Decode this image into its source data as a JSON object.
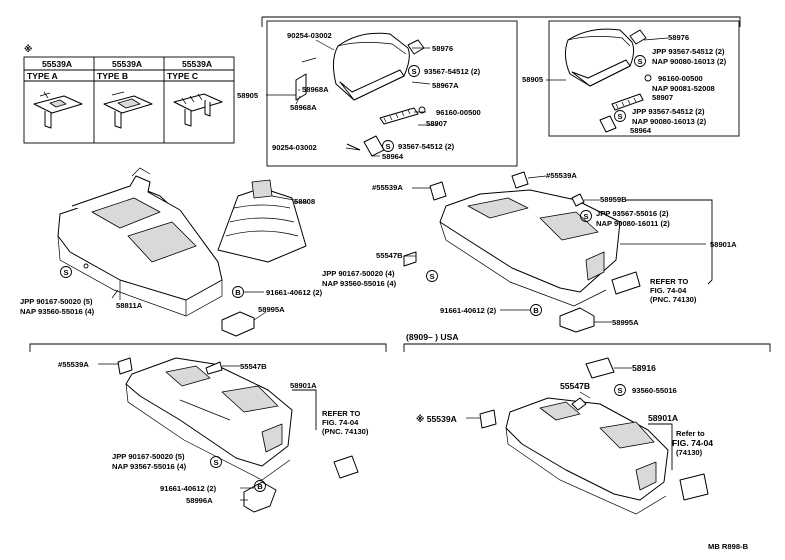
{
  "marker_note": "※",
  "type_table": {
    "header": [
      "55539A",
      "55539A",
      "55539A"
    ],
    "types": [
      "TYPE A",
      "TYPE B",
      "TYPE C"
    ]
  },
  "section_header": {
    "date_range": "(8909–      ) USA"
  },
  "labels": {
    "p90254_top": "90254-03002",
    "p58976_a": "58976",
    "p93567_54512_top": "93567-54512 (2)",
    "p58968a": "58968A",
    "p58905_a": "58905",
    "p58967a": "58967A",
    "p58968a_2": "58968A",
    "p96160_a": "96160-00500",
    "p58907_a": "58907",
    "p90254_bot": "90254-03002",
    "p93567_54512_mid": "93567-54512 (2)",
    "p58964_a": "58964",
    "p58976_b": "58976",
    "p58905_b": "58905",
    "jpp_r1": "JPP   93567-54512 (2)",
    "nap_r1": "NAP   90080-16013 (2)",
    "p96160_b": "96160-00500",
    "nap_r2": "NAP   90081-52008",
    "p58907_b": "58907",
    "jpp_r3": "JPP   93567-54512 (2)",
    "nap_r3": "NAP   90080-16013 (2)",
    "p58964_b": "58964",
    "p58808": "58808",
    "p58811a": "58811A",
    "jpp_left": "JPP   90167-50020 (5)",
    "nap_left": "NAP   93560-55016 (4)",
    "p91661_a": "91661-40612 (2)",
    "p58995a_a": "58995A",
    "p55539a_c1": "#55539A",
    "p55539a_c2": "#55539A",
    "p58959b": "58959B",
    "jpp_c": "JPP   93567-55016 (2)",
    "nap_c": "NAP   90080-16011 (2)",
    "p55547b_c": "55547B",
    "p58901a_c": "58901A",
    "jpp_c2": "JPP   90167-50020 (4)",
    "nap_c2": "NAP   93560-55016 (4)",
    "refer_c1": "REFER TO",
    "refer_c2": "FIG. 74-04",
    "refer_c3": "(PNC. 74130)",
    "p91661_c": "91661-40612 (2)",
    "p58995a_c": "58995A",
    "p55539a_bl": "#55539A",
    "p55547b_bl": "55547B",
    "p58901a_bl": "58901A",
    "refer_bl1": "REFER TO",
    "refer_bl2": "FIG. 74-04",
    "refer_bl3": "(PNC. 74130)",
    "jpp_bl": "JPP   90167-50020 (5)",
    "nap_bl": "NAP   93567-55016 (4)",
    "p91661_bl": "91661-40612 (2)",
    "p58996a": "58996A",
    "p58916": "58916",
    "p55547b_br": "55547B",
    "p93560_br": "93560-55016",
    "p55539a_br": "※ 55539A",
    "p58901a_br": "58901A",
    "refer_br1": "Refer to",
    "refer_br2": "FIG. 74-04",
    "refer_br3": "(74130)",
    "footer": "MB  R898-B"
  }
}
